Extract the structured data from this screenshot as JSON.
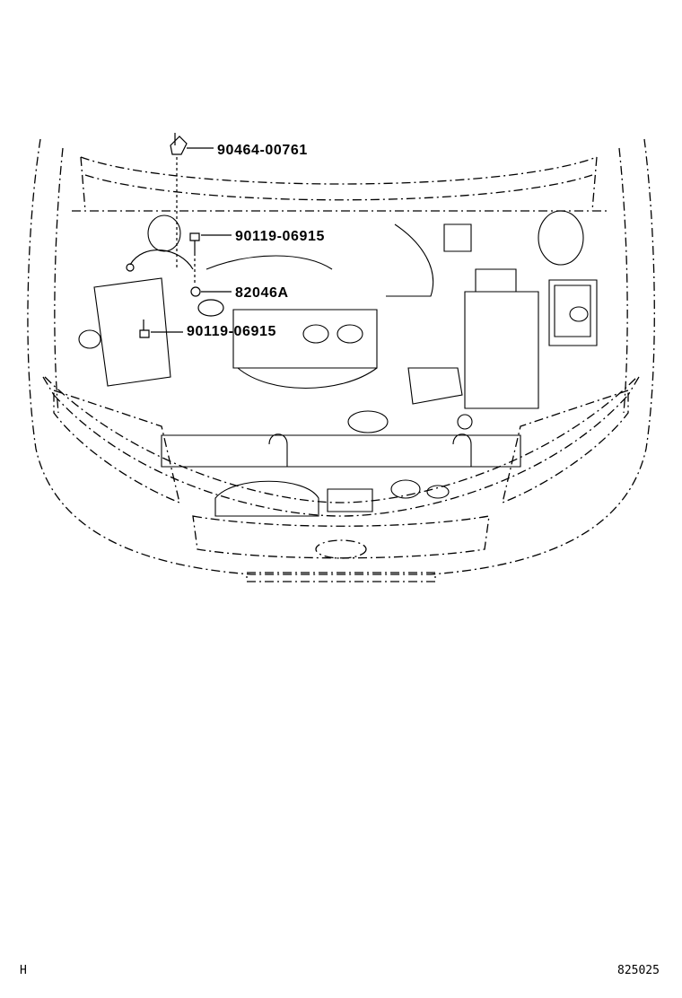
{
  "diagram": {
    "part_labels": [
      {
        "id": "label-90464-00761",
        "text": "90464-00761"
      },
      {
        "id": "label-90119-06915-upper",
        "text": "90119-06915"
      },
      {
        "id": "label-82046A",
        "text": "82046A"
      },
      {
        "id": "label-90119-06915-lower",
        "text": "90119-06915"
      }
    ],
    "corner_left": "H",
    "corner_right": "825025"
  }
}
